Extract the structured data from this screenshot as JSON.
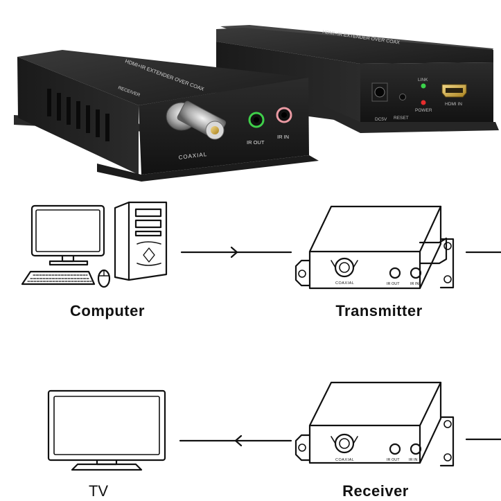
{
  "photo": {
    "receiver": {
      "top_label": "HDMI+IR EXTENDER OVER COAX",
      "side_label": "RECEIVER",
      "port_coaxial": "COAXIAL",
      "port_ir_out": "IR OUT",
      "port_ir_in": "IR IN"
    },
    "transmitter": {
      "top_label": "HDMI+IR EXTENDER OVER COAX",
      "port_dc": "DC5V",
      "port_reset": "RESET",
      "led_link": "LINK",
      "led_power": "POWER",
      "port_hdmi": "HDMI IN"
    }
  },
  "diagram": {
    "computer_label": "Computer",
    "transmitter_label": "Transmitter",
    "tv_label": "TV",
    "receiver_label": "Receiver",
    "transmitter_ports": {
      "coaxial": "COAXIAL",
      "ir_out": "IR OUT",
      "ir_in": "IR IN"
    },
    "receiver_ports": {
      "coaxial": "COAXIAL",
      "ir_out": "IR OUT",
      "ir_in": "IR IN"
    }
  }
}
